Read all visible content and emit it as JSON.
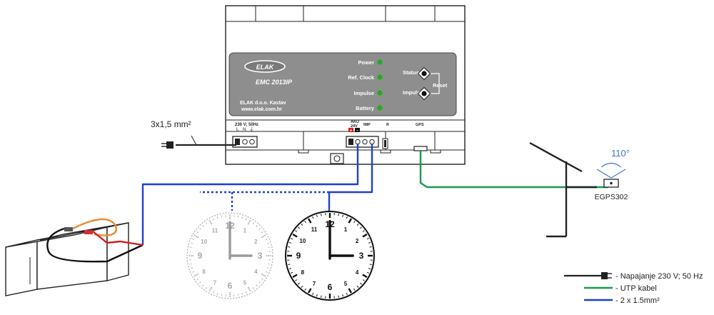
{
  "device": {
    "brand_logo": "ELAK",
    "model": "EMC 2013IP",
    "company": "ELAK d.o.o. Kastav",
    "website": "www.elak.com.hr",
    "leds": [
      "Power",
      "Ref. Clock",
      "Impulse",
      "Battery"
    ],
    "buttons": {
      "status": "Status",
      "impulse": "Impuls",
      "reset": "Reset"
    },
    "terminals": {
      "power_label": "230 V; 50Hz",
      "power_pins": [
        "L",
        "N",
        "⏚"
      ],
      "aku_label": "AKU",
      "aku_voltage": "24V",
      "aku_plus": "+",
      "aku_minus": "-",
      "imp_label": "IMP",
      "r_label": "R",
      "gps_label": "GPS"
    }
  },
  "power_cable_label": "3x1,5 mm²",
  "gps": {
    "angle_label": "110°",
    "model": "EGPS302"
  },
  "clocks": [
    {
      "numerals": [
        "12",
        "1",
        "2",
        "3",
        "4",
        "5",
        "6",
        "7",
        "8",
        "9",
        "10",
        "11"
      ],
      "hour_angle": 90,
      "minute_angle": 0,
      "style": "ghost"
    },
    {
      "numerals": [
        "12",
        "1",
        "2",
        "3",
        "4",
        "5",
        "6",
        "7",
        "8",
        "9",
        "10",
        "11"
      ],
      "hour_angle": 90,
      "minute_angle": 0,
      "style": "solid"
    }
  ],
  "legend": [
    {
      "label": "- Napajanje 230 V; 50 Hz",
      "color": "#222222"
    },
    {
      "label": "- UTP kabel",
      "color": "#1a9a4a"
    },
    {
      "label": "- 2 x 1.5mm²",
      "color": "#1f3fcf"
    }
  ],
  "colors": {
    "panel": "#8e8e8e",
    "led": "#1fae1f",
    "power_wire": "#222222",
    "utp_wire": "#1a9a4a",
    "clock_wire": "#1f3fcf",
    "angle_mark": "#3a78b8"
  }
}
